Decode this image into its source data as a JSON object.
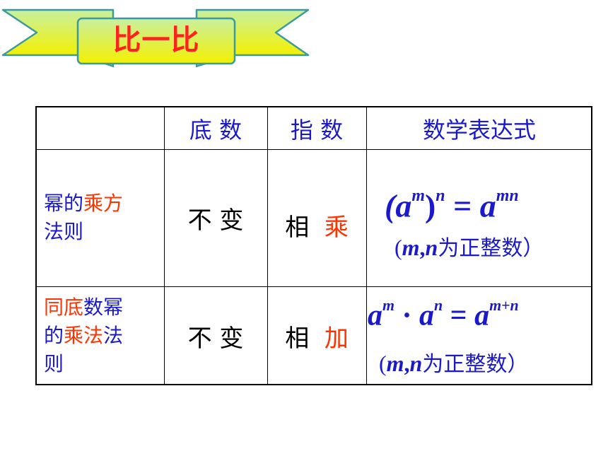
{
  "banner": {
    "title": "比一比",
    "colors": {
      "fill_top": "#c8f0a0",
      "fill_bottom": "#f4f000",
      "outline": "#3a9aa0",
      "text": "#ff2020"
    }
  },
  "table": {
    "headers": [
      "底 数",
      "指 数",
      "数学表达式"
    ],
    "rows": [
      {
        "label_parts": [
          {
            "text": "幂的",
            "color": "blue"
          },
          {
            "text": "乘方",
            "color": "red"
          },
          {
            "text": "法则",
            "color": "blue"
          }
        ],
        "base": "不 变",
        "exponent_prefix": "相",
        "exponent_op": "乘",
        "formula": {
          "lparen": "(",
          "a1": "a",
          "m1": "m",
          "rparen": ")",
          "n1": "n",
          "eq": "=",
          "a2": "a",
          "mn": "mn"
        },
        "condition": {
          "lparen": "(",
          "m": "m",
          "comma": ",",
          "n": "n",
          "text": "为正整数",
          "rparen": "）"
        }
      },
      {
        "label_parts": [
          {
            "text": "同底",
            "color": "red"
          },
          {
            "text": "数幂",
            "color": "blue"
          },
          {
            "text": "的",
            "color": "blue"
          },
          {
            "text": "乘法",
            "color": "red"
          },
          {
            "text": "法",
            "color": "blue"
          },
          {
            "text": "则",
            "color": "blue"
          }
        ],
        "base": "不 变",
        "exponent_prefix": "相",
        "exponent_op": "加",
        "formula": {
          "a1": "a",
          "m1": "m",
          "dot": "·",
          "a2": "a",
          "n1": "n",
          "eq": "=",
          "a3": "a",
          "mpn": "m+n"
        },
        "condition": {
          "lparen": "(",
          "m": "m",
          "comma": ",",
          "n": "n",
          "text": "为正整数",
          "rparen": "）"
        }
      }
    ]
  }
}
